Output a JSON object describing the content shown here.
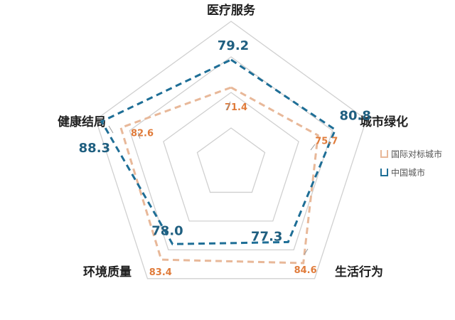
{
  "chart_data": {
    "type": "radar",
    "axes": [
      "医疗服务",
      "城市绿化",
      "生活行为",
      "环境质量",
      "健康结局"
    ],
    "series": [
      {
        "name": "国际对标城市",
        "values": [
          71.4,
          75.7,
          84.6,
          83.4,
          82.6
        ],
        "color": "#e8b899",
        "label_color": "#e07b3a",
        "label_size": 13
      },
      {
        "name": "中国城市",
        "values": [
          79.2,
          80.8,
          77.3,
          78.0,
          88.3
        ],
        "color": "#1e6e96",
        "label_color": "#1f5f80",
        "label_size": 18
      }
    ],
    "rlim": [
      50,
      90
    ],
    "grid_rings": [
      60,
      70,
      80,
      90
    ],
    "legend_position": "right"
  }
}
